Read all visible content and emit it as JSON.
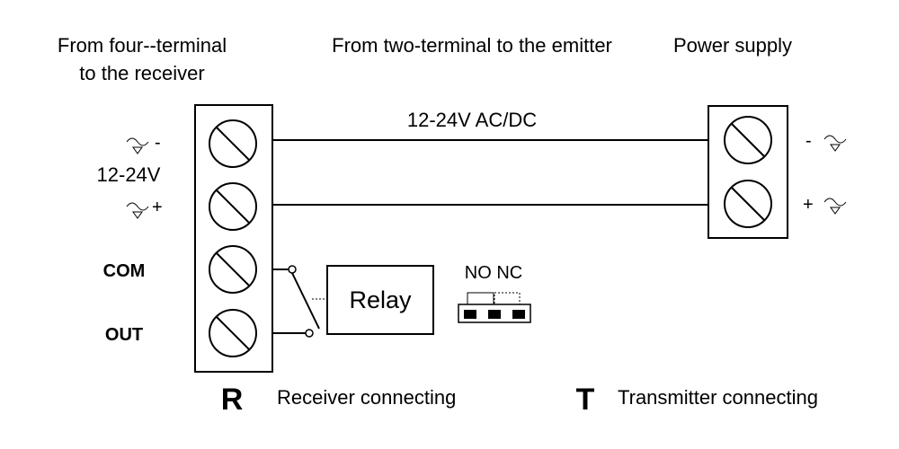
{
  "header": {
    "receiver_line1": "From four--terminal",
    "receiver_line2": "to the receiver",
    "emitter": "From two-terminal to the emitter",
    "power": "Power supply"
  },
  "wires": {
    "supply_label": "12-24V AC/DC"
  },
  "receiver_pins": {
    "minus_sign": "-",
    "voltage": "12-24V",
    "plus_sign": "+",
    "com": "COM",
    "out": "OUT"
  },
  "power_pins": {
    "minus_sign": "-",
    "plus_sign": "+"
  },
  "relay": {
    "label": "Relay",
    "jumper_label": "NO NC"
  },
  "footer": {
    "receiver_letter": "R",
    "receiver_text": "Receiver connecting",
    "transmitter_letter": "T",
    "transmitter_text": "Transmitter connecting"
  },
  "icons": {
    "ac_dc_symbol": "ac-dc-symbol-icon",
    "screw_terminal": "screw-terminal-icon"
  }
}
